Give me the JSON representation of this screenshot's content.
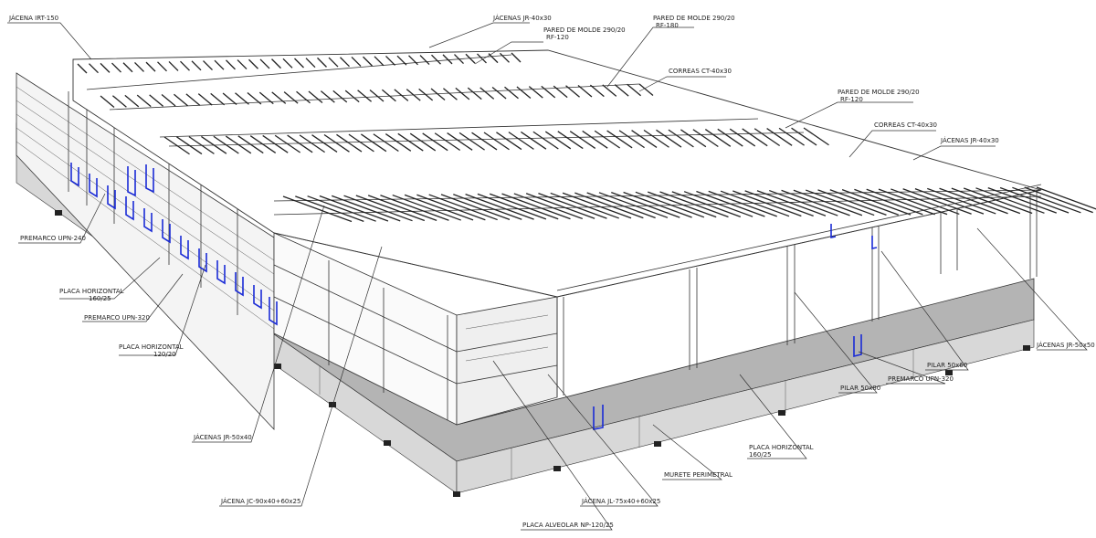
{
  "labels": [
    {
      "key": "jacena_irt",
      "text": "JÁCENA IRT-150"
    },
    {
      "key": "jacenas_jr_40x30_top",
      "text": "JÁCENAS JR-40x30"
    },
    {
      "key": "pared_290_rf120_a_l1",
      "text": "PARED DE MOLDE 290/20"
    },
    {
      "key": "pared_290_rf120_a_l2",
      "text": "RF-120"
    },
    {
      "key": "pared_290_rf180_l1",
      "text": "PARED DE MOLDE 290/20"
    },
    {
      "key": "pared_290_rf180_l2",
      "text": "RF-180"
    },
    {
      "key": "correas_top",
      "text": "CORREAS CT-40x30"
    },
    {
      "key": "pared_290_rf120_b_l1",
      "text": "PARED DE MOLDE 290/20"
    },
    {
      "key": "pared_290_rf120_b_l2",
      "text": "RF-120"
    },
    {
      "key": "correas_right",
      "text": "CORREAS CT-40x30"
    },
    {
      "key": "jacenas_jr_40x30_right",
      "text": "JÁCENAS JR-40x30"
    },
    {
      "key": "premarco_upn240",
      "text": "PREMARCO UPN-240"
    },
    {
      "key": "placa_160_l1",
      "text": "PLACA HORIZONTAL"
    },
    {
      "key": "placa_160_l2",
      "text": "160/25"
    },
    {
      "key": "premarco_upn320_left",
      "text": "PREMARCO UPN-320"
    },
    {
      "key": "placa_120_l1",
      "text": "PLACA HORIZONTAL"
    },
    {
      "key": "placa_120_l2",
      "text": "120/20"
    },
    {
      "key": "jacenas_jr_50x40",
      "text": "JÁCENAS JR-50x40"
    },
    {
      "key": "jacena_jc",
      "text": "JÁCENA JC-90x40+60x25"
    },
    {
      "key": "placa_alveolar",
      "text": "PLACA ALVEOLAR NP-120/25"
    },
    {
      "key": "jacena_jl",
      "text": "JÁCENA JL-75x40+60x25"
    },
    {
      "key": "murete",
      "text": "MURETE PERIMETRAL"
    },
    {
      "key": "placa_160_right_l1",
      "text": "PLACA HORIZONTAL"
    },
    {
      "key": "placa_160_right_l2",
      "text": "160/25"
    },
    {
      "key": "pilar_50x80",
      "text": "PILAR 50x80"
    },
    {
      "key": "premarco_upn320_right",
      "text": "PREMARCO UPN-320"
    },
    {
      "key": "pilar_50x60",
      "text": "PILAR 50x60"
    },
    {
      "key": "jacenas_jr_50x50",
      "text": "JÁCENAS JR-50x50"
    }
  ],
  "colors": {
    "line": "#333333",
    "panel": "#b4b4b4",
    "frame_blue": "#1a2bd6",
    "background": "#ffffff"
  }
}
